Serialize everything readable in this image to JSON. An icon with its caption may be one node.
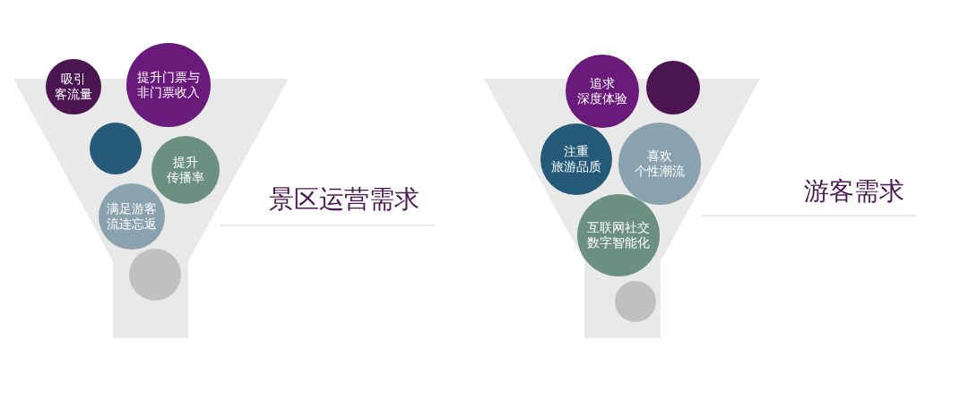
{
  "diagram": {
    "nodes": [
      {
        "text": [
          "吸引客流量"
        ]
      },
      {
        "text": [
          "提升门票与非门票收入"
        ]
      },
      {
        "text": [],
        "shape": "circle"
      },
      {
        "text": [
          "提升传播率"
        ]
      },
      {
        "text": [
          "满足游客流连忘返"
        ]
      },
      {
        "text": [],
        "shape": "circle"
      },
      {
        "text": [
          "追求深度体验"
        ]
      },
      {
        "text": [],
        "shape": "circle"
      },
      {
        "text": [
          "注重旅游品质"
        ]
      },
      {
        "text": [
          "喜欢个性潮流"
        ]
      },
      {
        "text": [
          "互联网社交数字智能化"
        ]
      },
      {
        "text": [],
        "shape": "circle"
      }
    ],
    "edges": [],
    "labels": [
      "景区运营需求",
      "游客需求"
    ]
  }
}
